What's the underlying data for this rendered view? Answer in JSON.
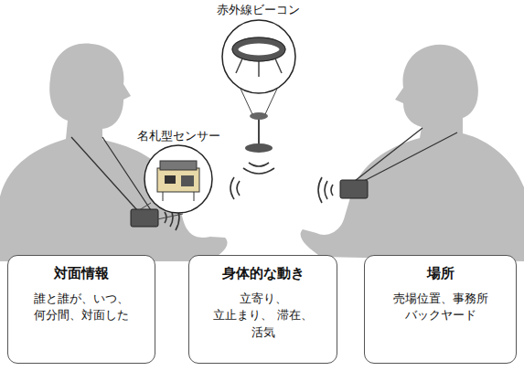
{
  "diagram": {
    "nodes": [
      {
        "text": [
          "対面情報",
          "誰と誰が、いつ、 何分間、対面した"
        ]
      },
      {
        "text": [
          "身体的な動き",
          "立寄り、立止まり、 滞在、活気"
        ]
      },
      {
        "text": [
          "場所",
          "売場位置、事務所 バックヤード"
        ]
      }
    ],
    "labels": [
      "赤外線ビーコン",
      "名札型センサー"
    ]
  }
}
